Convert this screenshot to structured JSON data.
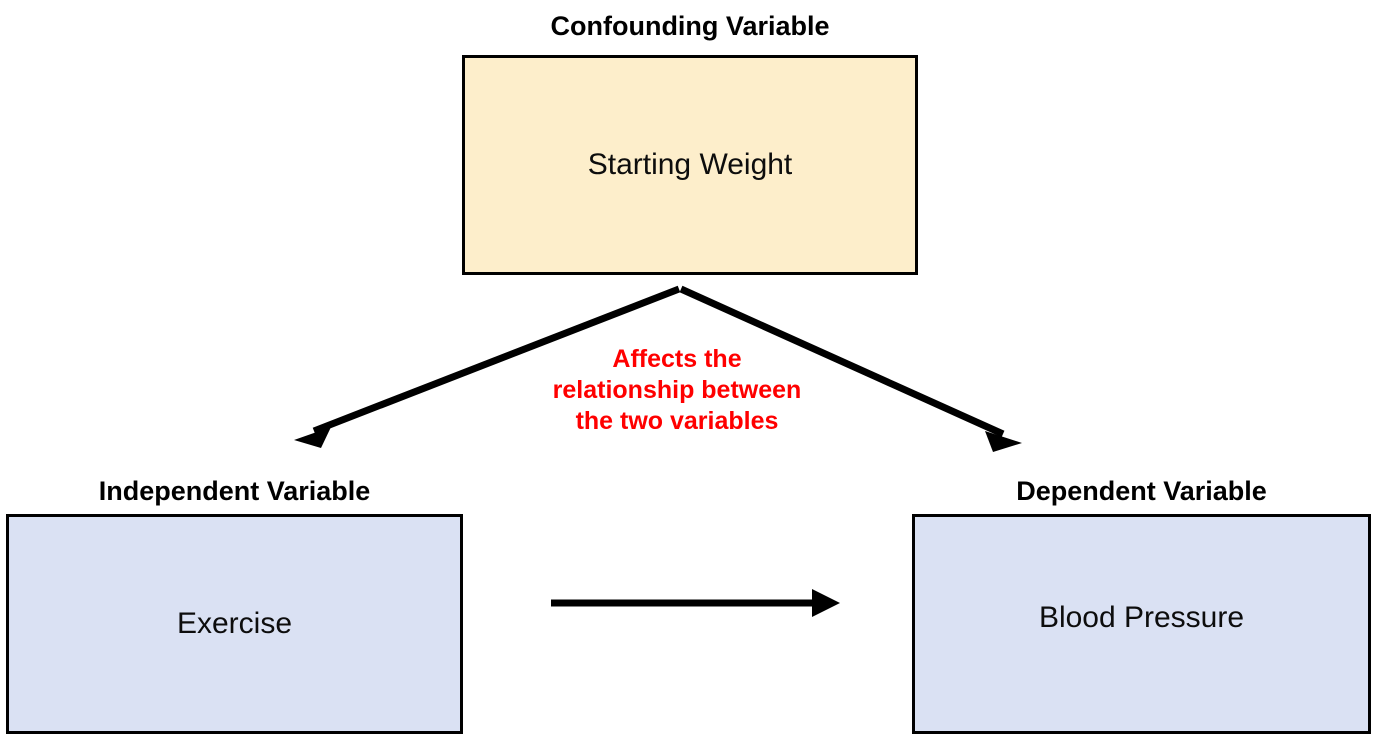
{
  "diagram": {
    "title_role_top": "Confounding Variable",
    "title_role_left": "Independent Variable",
    "title_role_right": "Dependent Variable",
    "node_top": "Starting Weight",
    "node_left": "Exercise",
    "node_right": "Blood Pressure",
    "annotation": "Affects the\nrelationship between\nthe two variables",
    "colors": {
      "confounder_fill": "#FDEECB",
      "variable_fill": "#DAE1F3",
      "border": "#000000",
      "annotation_text": "#FF0000",
      "heading_text": "#000000",
      "node_text": "#0D0D0D",
      "background": "#FFFFFF"
    }
  }
}
